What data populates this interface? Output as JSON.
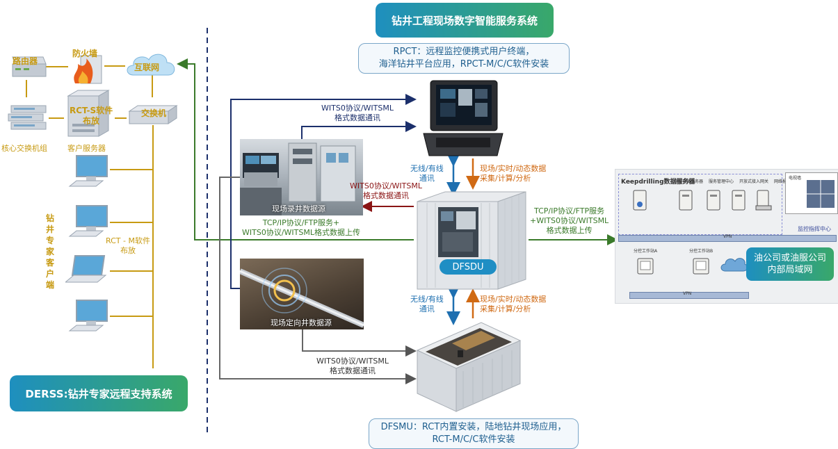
{
  "title": "钻井工程现场数字智能服务系统",
  "rpct_note": [
    "RPCT：远程监控便携式用户终端，",
    "海洋钻井平台应用，RPCT-M/C/C软件安装"
  ],
  "dfsmu_note": [
    "DFSMU：RCT内置安装，陆地钻井现场应用，",
    "RCT-M/C/C软件安装"
  ],
  "derss": "DERSS:钻井专家远程支持系统",
  "left": {
    "router": "路由器",
    "firewall": "防火墙",
    "internet": "互联网",
    "core_switch": "核心交换机组",
    "rct_s": [
      "RCT-S软件",
      "布放"
    ],
    "switch": "交换机",
    "client_server": "客户服务器",
    "rct_m": [
      "RCT - M软件",
      "布放"
    ],
    "expert_client": [
      "钻",
      "井",
      "专",
      "家",
      "客",
      "户",
      "端"
    ]
  },
  "center": {
    "dfsdu": "DFSDU",
    "logging_source": "现场录井数据源",
    "directional_source": "现场定向井数据源",
    "wits_top": [
      "WITS0协议/WITSML",
      "格式数据通讯"
    ],
    "wits_red": [
      "WITS0协议/WITSML",
      "格式数据通讯"
    ],
    "wits_bottom": [
      "WITS0协议/WITSML",
      "格式数据通讯"
    ],
    "tcp_left": [
      "TCP/IP协议/FTP服务+",
      "WITS0协议/WITSML格式数据上传"
    ],
    "tcp_right": [
      "TCP/IP协议/FTP服务",
      "+WITS0协议/WITSML",
      "格式数据上传"
    ],
    "wireless_top": [
      "无线/有线",
      "通讯"
    ],
    "collect_top": [
      "现场/实时/动态数据",
      "采集/计算/分析"
    ],
    "wireless_bottom": [
      "无线/有线",
      "通讯"
    ],
    "collect_bottom": [
      "现场/实时/动态数据",
      "采集/计算/分析"
    ]
  },
  "right": {
    "keepdrilling": "Keepdrilling数据服务器",
    "server_labels": [
      "网络存储服务器",
      "服务管理中心",
      "开放式接入网关",
      "网络报警主机"
    ],
    "wall": "电视墙",
    "monitor_center": "监控指挥中心",
    "vpn_top": "VPN",
    "ws_a": "分控工作站A",
    "ws_b": "分控工作站B",
    "vpn_bottom": "VPN",
    "oil_company": [
      "油公司或油服公司",
      "内部局域网"
    ]
  }
}
